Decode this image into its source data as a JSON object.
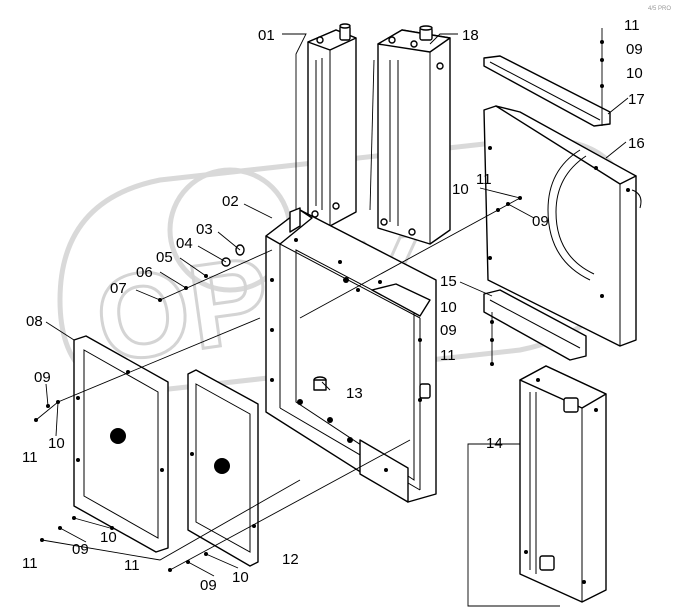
{
  "watermark": {
    "text": "OPEX"
  },
  "corner_mark": "4/5 PRO",
  "labels": {
    "p01": "01",
    "p02": "02",
    "p03": "03",
    "p04": "04",
    "p05": "05",
    "p06": "06",
    "p07": "07",
    "p08": "08",
    "p09_left": "09",
    "p10_left": "10",
    "p11_left": "11",
    "p11_bl": "11",
    "p09_bl": "09",
    "p10_bl": "10",
    "p11_bm": "11",
    "p09_bm": "09",
    "p10_bm": "10",
    "p12": "12",
    "p13": "13",
    "p14": "14",
    "p15": "15",
    "p10_mid": "10",
    "p09_mid": "09",
    "p11_mid": "11",
    "p11_ur": "11",
    "p10_ur": "10",
    "p09_ur": "09",
    "p16": "16",
    "p11_top": "11",
    "p09_top": "09",
    "p10_top": "10",
    "p17": "17",
    "p18": "18"
  }
}
